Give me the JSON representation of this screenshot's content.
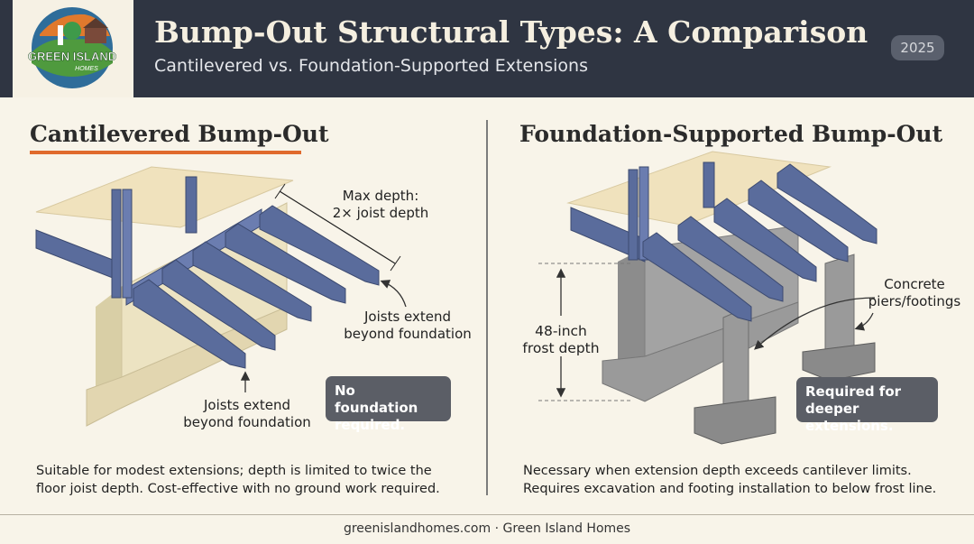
{
  "header": {
    "title": "Bump-Out Structural Types: A Comparison",
    "subtitle": "Cantilevered vs. Foundation-Supported Extensions",
    "year": "2025",
    "logo_text": "GREEN ISLAND",
    "logo_subtext": "HOMES"
  },
  "left": {
    "title": "Cantilevered Bump-Out",
    "max_depth_label": "Max depth:\n2× joist depth",
    "joists_label_right": "Joists extend\nbeyond foundation",
    "joists_label_bottom": "Joists extend\nbeyond foundation",
    "note": "No foundation\nrequired.",
    "description": "Suitable for modest extensions; depth is limited to twice the\nfloor joist depth. Cost-effective with no ground work required."
  },
  "right": {
    "title": "Foundation-Supported Bump-Out",
    "frost_label": "48-inch\nfrost depth",
    "piers_label": "Concrete\npiers/footings",
    "note": "Required for\ndeeper extensions.",
    "description": "Necessary when extension depth exceeds cantilever limits.\nRequires excavation and footing installation to below frost line."
  },
  "footer": "greenislandhomes.com · Green Island Homes",
  "colors": {
    "header_bg": "#2f3542",
    "accent": "#e06a2c",
    "joist_blue": "#5a6c9c",
    "note_bg": "#5b5e66",
    "page_bg": "#f8f4e9"
  }
}
